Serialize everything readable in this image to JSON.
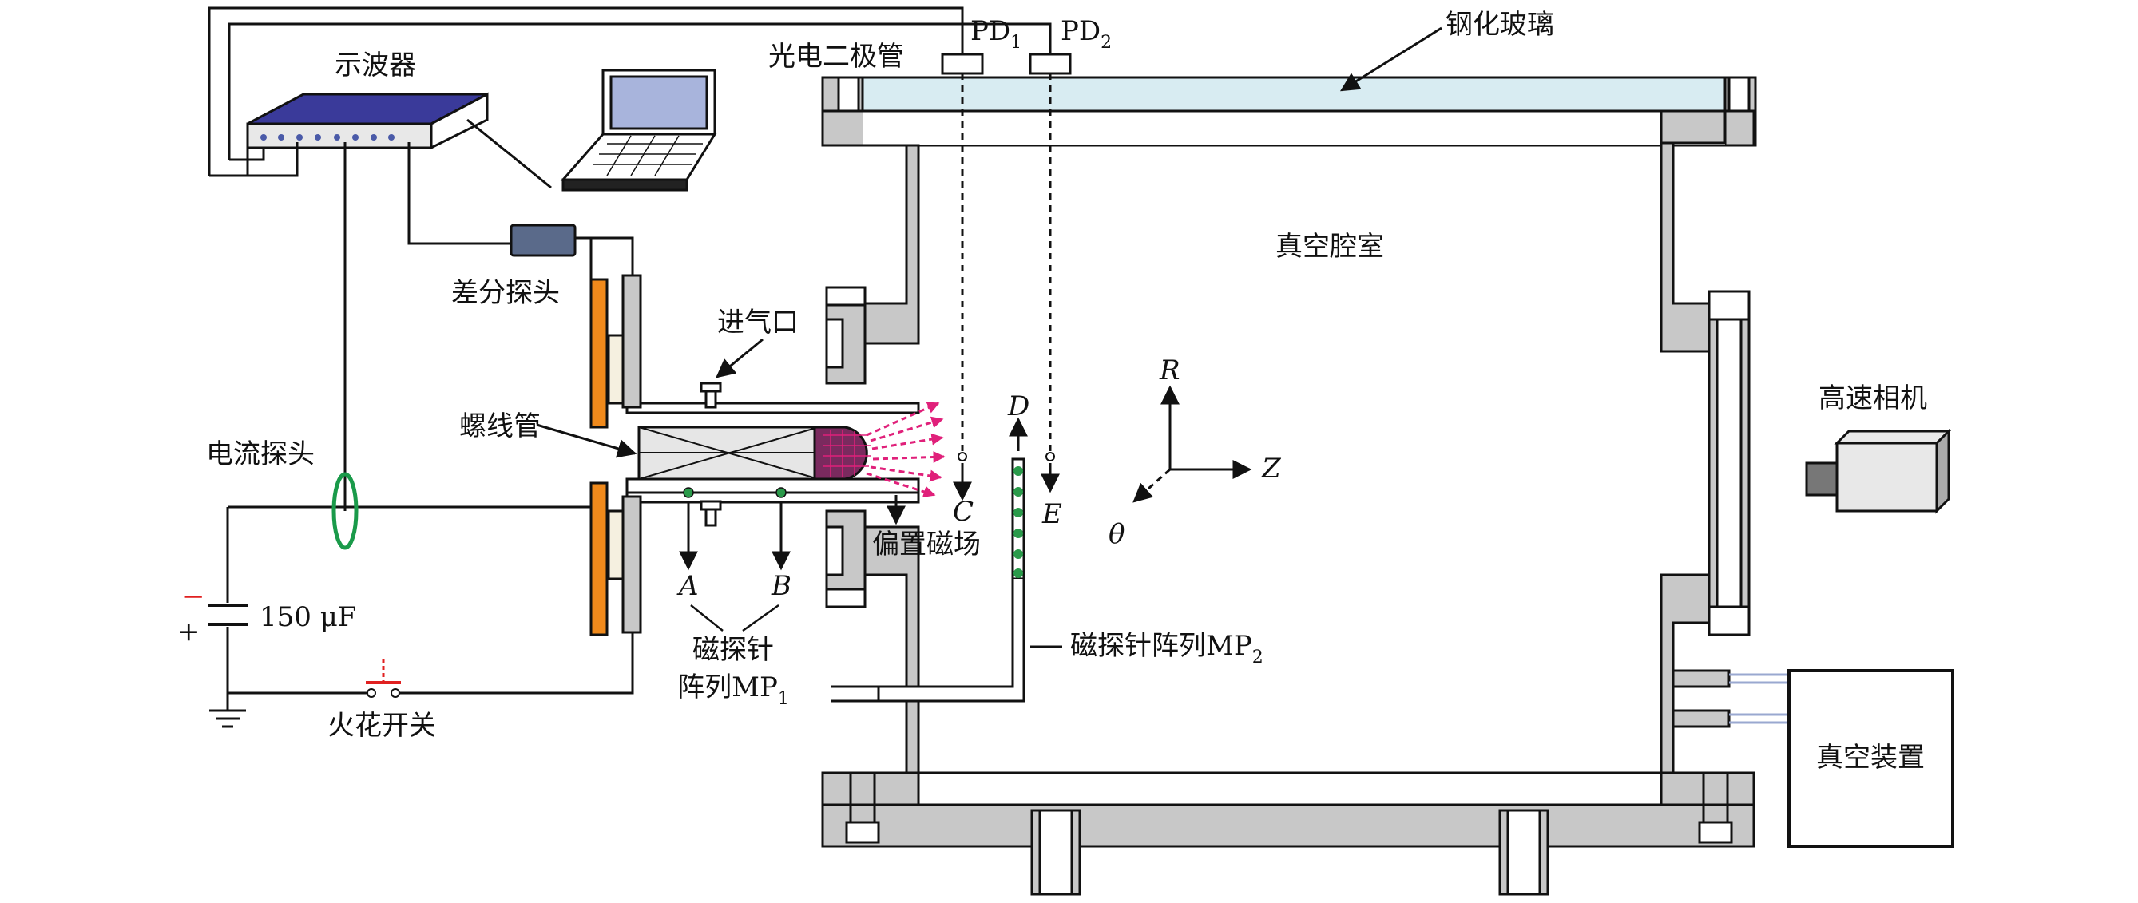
{
  "labels": {
    "oscilloscope": "示波器",
    "photodiode": "光电二极管",
    "pd1": "PD",
    "pd1_sub": "1",
    "pd2": "PD",
    "pd2_sub": "2",
    "tempered_glass": "钢化玻璃",
    "vacuum_chamber": "真空腔室",
    "diff_probe": "差分探头",
    "gas_inlet": "进气口",
    "solenoid": "螺线管",
    "current_probe": "电流探头",
    "capacitor": "150 μF",
    "spark_switch": "火花开关",
    "bias_field": "偏置磁场",
    "mp1_line1": "磁探针",
    "mp1_line2": "阵列MP",
    "mp1_sub": "1",
    "mp2": "磁探针阵列MP",
    "mp2_sub": "2",
    "camera": "高速相机",
    "vacuum_device": "真空装置",
    "pt_a": "A",
    "pt_b": "B",
    "pt_c": "C",
    "pt_d": "D",
    "pt_e": "E",
    "axis_r": "R",
    "axis_z": "Z",
    "axis_theta": "θ",
    "minus": "−",
    "plus": "+"
  },
  "colors": {
    "frame": "#c8c8c8",
    "glass": "#d8ecf2",
    "electrode": "#f08a1c",
    "plasma": "#7a2a5e",
    "flow": "#e0207a",
    "probe_ring": "#1a9a4a",
    "oscilloscope_top": "#3a3a9a",
    "screen": "#a8b4dc",
    "diff_probe": "#5a6a8a",
    "spark": "#e02020"
  }
}
